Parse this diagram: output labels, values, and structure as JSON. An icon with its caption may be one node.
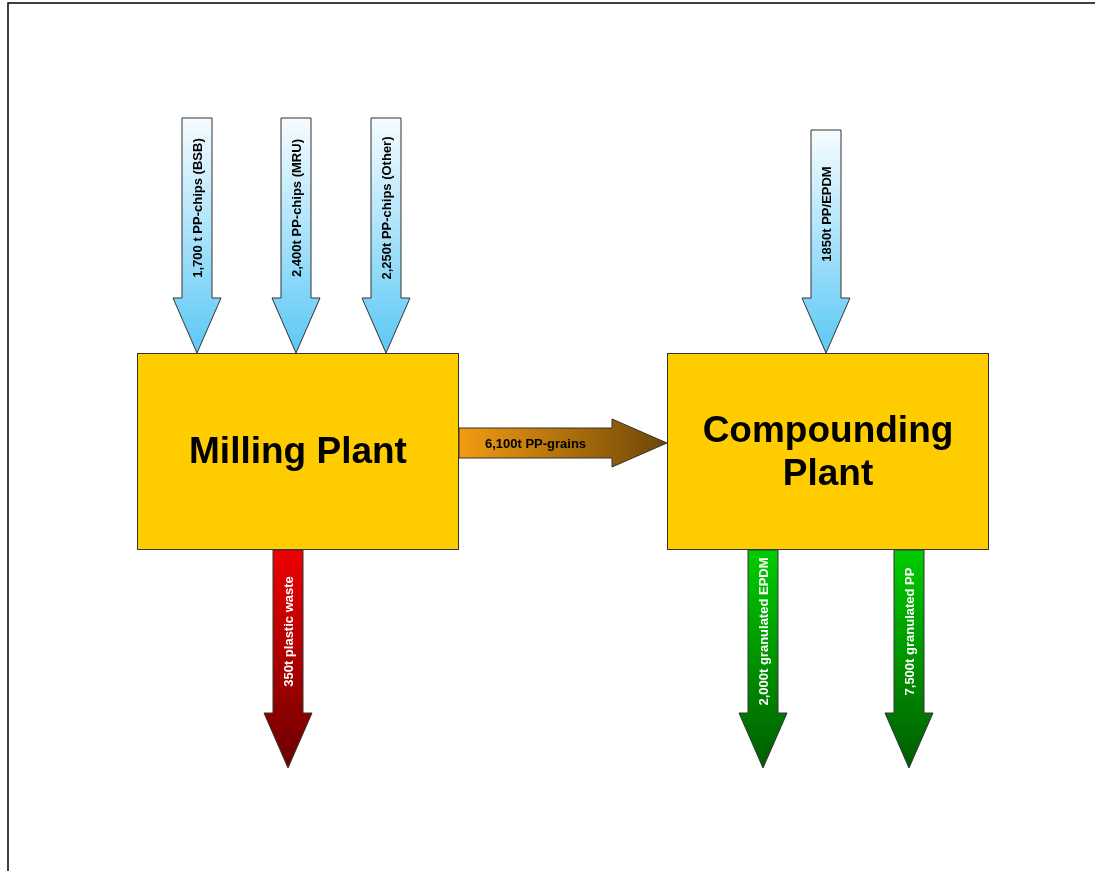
{
  "diagram": {
    "nodes": [
      {
        "text": [
          "Milling Plant"
        ]
      },
      {
        "text": [
          "Compounding Plant"
        ]
      }
    ],
    "edges": [
      {
        "from": null,
        "to": 0,
        "arrow": "to",
        "label": "1,700 t PP-chips (BSB)"
      },
      {
        "from": null,
        "to": 0,
        "arrow": "to",
        "label": "2,400t PP-chips (MRU)"
      },
      {
        "from": null,
        "to": 0,
        "arrow": "to",
        "label": "2,250t PP-chips (Other)"
      },
      {
        "from": null,
        "to": 1,
        "arrow": "to",
        "label": "1850t PP/EPDM"
      },
      {
        "from": 0,
        "to": 1,
        "arrow": "to",
        "label": "6,100t PP-grains",
        "color": "#f39c12"
      },
      {
        "from": 0,
        "to": null,
        "arrow": "to",
        "label": "350t plastic waste",
        "color": "#ee0000"
      },
      {
        "from": 1,
        "to": null,
        "arrow": "to",
        "label": "2,000t granulated EPDM",
        "color": "#00cc00"
      },
      {
        "from": 1,
        "to": null,
        "arrow": "to",
        "label": "7,500t granulated PP",
        "color": "#00cc00"
      }
    ]
  }
}
